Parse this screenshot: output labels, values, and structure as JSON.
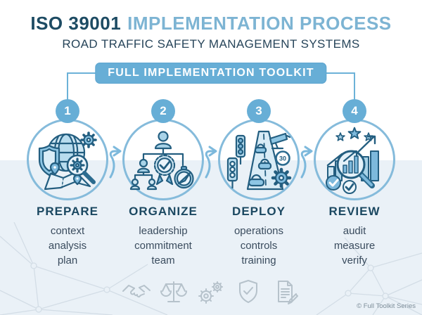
{
  "title": {
    "prefix": "ISO 39001",
    "rest": "IMPLEMENTATION PROCESS"
  },
  "subtitle": "ROAD TRAFFIC SAFETY MANAGEMENT SYSTEMS",
  "banner": {
    "label": "FULL IMPLEMENTATION TOOLKIT"
  },
  "steps": [
    {
      "number": "1",
      "title": "PREPARE",
      "items": [
        "context",
        "analysis",
        "plan"
      ],
      "icon": "globe-shield-map-magnifier-icon"
    },
    {
      "number": "2",
      "title": "ORGANIZE",
      "items": [
        "leadership",
        "commitment",
        "team"
      ],
      "icon": "org-chart-award-compass-icon"
    },
    {
      "number": "3",
      "title": "DEPLOY",
      "items": [
        "operations",
        "controls",
        "training"
      ],
      "icon": "road-traffic-cctv-gear-icon",
      "sign_text": "30"
    },
    {
      "number": "4",
      "title": "REVIEW",
      "items": [
        "audit",
        "measure",
        "verify"
      ],
      "icon": "stars-chart-magnifier-check-icon"
    }
  ],
  "footer": {
    "icons": [
      "handshake-icon",
      "scales-icon",
      "gears-icon",
      "shield-check-icon",
      "document-pencil-icon"
    ],
    "copyright": "© Full Toolkit Series"
  },
  "colors": {
    "title_dark": "#1d4b63",
    "title_light": "#7db4d3",
    "banner_bg": "#67aed6",
    "banner_text": "#ffffff",
    "circle_stroke": "#85bbdb",
    "badge_bg": "#67aed6",
    "arrow": "#7db9dc",
    "icon_stroke": "#235e80",
    "icon_fill_light": "#b8dcee",
    "icon_fill_mid": "#7db9dc",
    "step_title": "#1b4861",
    "step_item": "#3a4c5e",
    "band_bg": "#eaf1f7",
    "pattern_line": "#d3dde6",
    "footer_icon": "#b6c2cb",
    "copyright": "#7d8d99"
  }
}
